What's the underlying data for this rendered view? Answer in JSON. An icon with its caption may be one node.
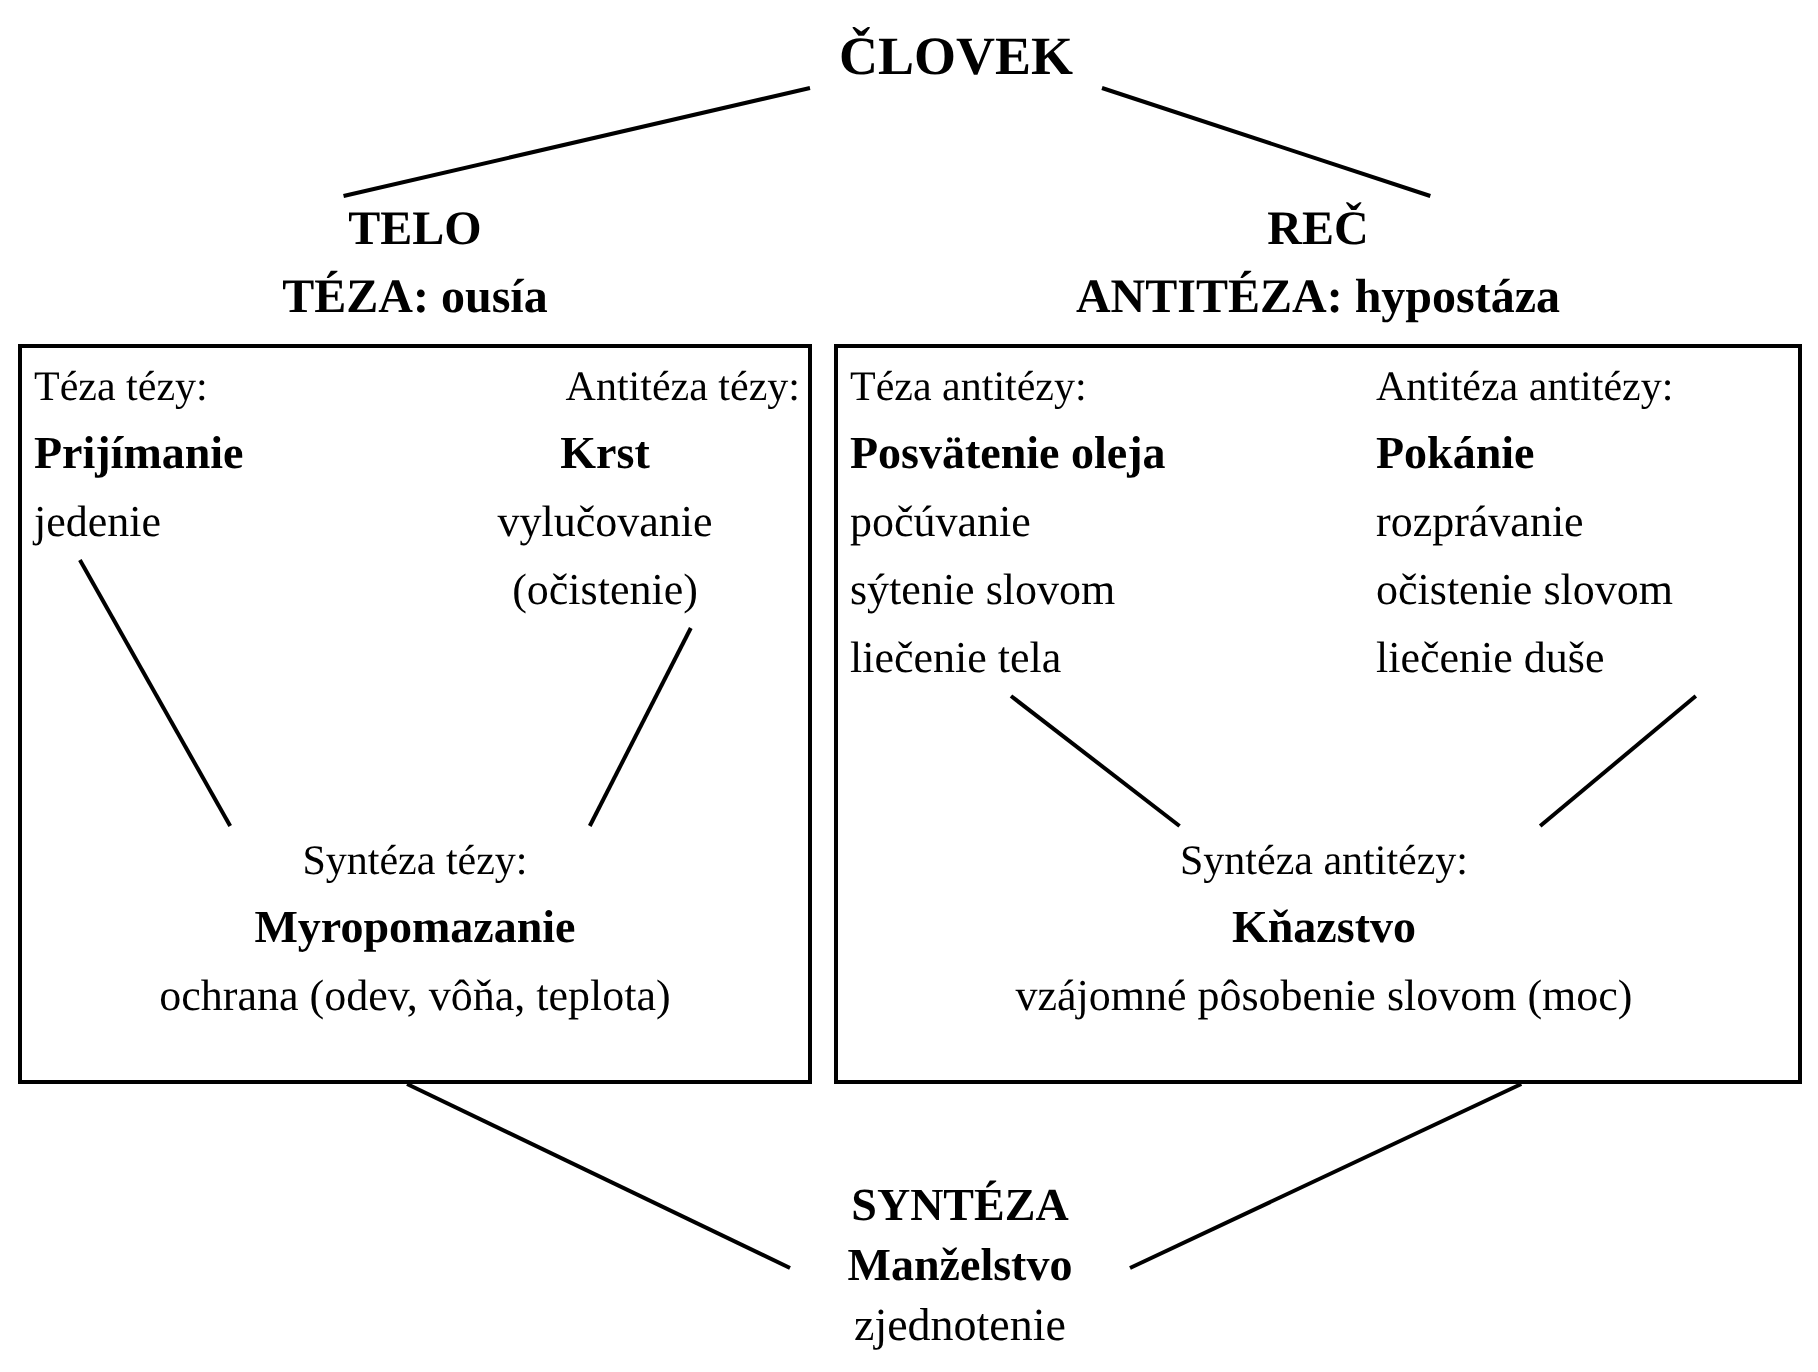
{
  "diagram": {
    "nodes": [
      {
        "text": [
          "ČLOVEK"
        ]
      },
      {
        "text": [
          "TELO",
          "TÉZA: ousía"
        ]
      },
      {
        "text": [
          "Téza tézy:",
          "Prijímanie",
          "jedenie"
        ],
        "in": 1
      },
      {
        "text": [
          "Antitéza tézy:",
          "Krst",
          "vylučovanie",
          "(očistenie)"
        ],
        "in": 1
      },
      {
        "text": [
          "Syntéza tézy:",
          "Myropomazanie",
          "ochrana (odev, vôňa, teplota)"
        ],
        "in": 1
      },
      {
        "text": [
          "REČ",
          "ANTITÉZA: hypostáza"
        ]
      },
      {
        "text": [
          "Téza antitézy:",
          "Posvätenie oleja",
          "počúvanie",
          "sýtenie slovom",
          "liečenie tela"
        ],
        "in": 5
      },
      {
        "text": [
          "Antitéza antitézy:",
          "Pokánie",
          "rozprávanie",
          "očistenie slovom",
          "liečenie duše"
        ],
        "in": 5
      },
      {
        "text": [
          "Syntéza antitézy:",
          "Kňazstvo",
          "vzájomné pôsobenie slovom (moc)"
        ],
        "in": 5
      },
      {
        "text": [
          "SYNTÉZA",
          "Manželstvo",
          "zjednotenie"
        ]
      }
    ],
    "edges": [
      {
        "from": 0,
        "to": 1,
        "arrow": "none"
      },
      {
        "from": 0,
        "to": 5,
        "arrow": "none"
      },
      {
        "from": 2,
        "to": 4,
        "arrow": "none"
      },
      {
        "from": 3,
        "to": 4,
        "arrow": "none"
      },
      {
        "from": 6,
        "to": 8,
        "arrow": "none"
      },
      {
        "from": 7,
        "to": 8,
        "arrow": "none"
      },
      {
        "from": 1,
        "to": 9,
        "arrow": "none"
      },
      {
        "from": 5,
        "to": 9,
        "arrow": "none"
      }
    ]
  }
}
